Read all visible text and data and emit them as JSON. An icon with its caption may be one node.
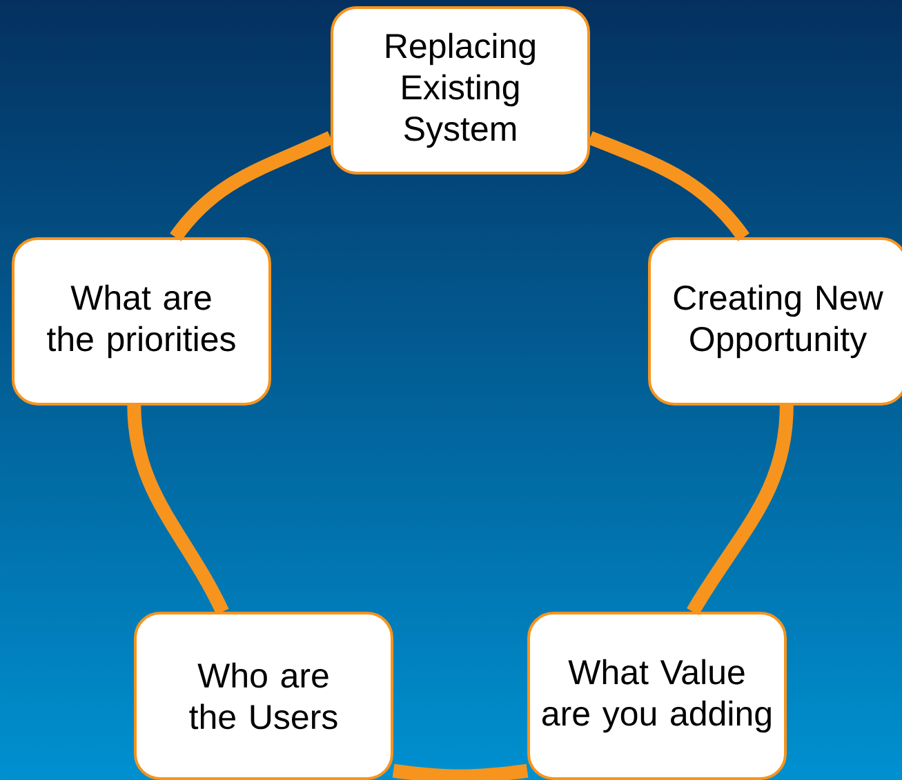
{
  "diagram": {
    "nodes": [
      {
        "text": [
          "Replacing Existing System"
        ]
      },
      {
        "text": [
          "Creating New Opportunity"
        ]
      },
      {
        "text": [
          "What Value are you adding"
        ]
      },
      {
        "text": [
          "Who are the Users"
        ]
      },
      {
        "text": [
          "What are the priorities"
        ]
      }
    ],
    "edges": [
      {
        "from": 0,
        "to": 1,
        "arrow": "none"
      },
      {
        "from": 1,
        "to": 2,
        "arrow": "none"
      },
      {
        "from": 2,
        "to": 3,
        "arrow": "none"
      },
      {
        "from": 3,
        "to": 4,
        "arrow": "none"
      },
      {
        "from": 4,
        "to": 0,
        "arrow": "none"
      }
    ]
  }
}
